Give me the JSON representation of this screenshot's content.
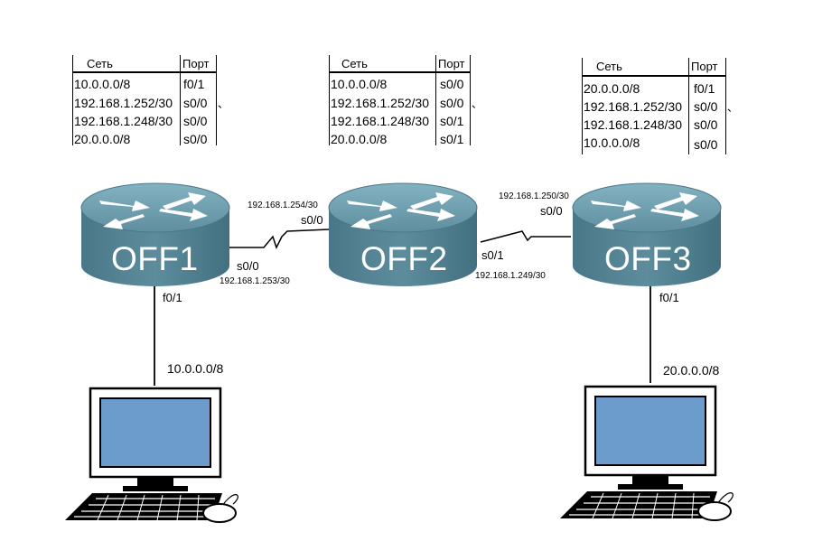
{
  "tables": [
    {
      "id": "off1",
      "header_net": "Сеть",
      "header_port": "Порт",
      "rows": [
        {
          "net": "10.0.0.0/8",
          "port": "f0/1"
        },
        {
          "net": "192.168.1.252/30",
          "port": "s0/0"
        },
        {
          "net": "192.168.1.248/30",
          "port": "s0/0"
        },
        {
          "net": "20.0.0.0/8",
          "port": "s0/0"
        }
      ],
      "tick": "、"
    },
    {
      "id": "off2",
      "header_net": "Сеть",
      "header_port": "Порт",
      "rows": [
        {
          "net": "10.0.0.0/8",
          "port": "s0/0"
        },
        {
          "net": "192.168.1.252/30",
          "port": "s0/0"
        },
        {
          "net": "192.168.1.248/30",
          "port": "s0/1"
        },
        {
          "net": "20.0.0.0/8",
          "port": "s0/1"
        }
      ],
      "tick": "、"
    },
    {
      "id": "off3",
      "header_net": "Сеть",
      "header_port": "Порт",
      "rows": [
        {
          "net": "20.0.0.0/8",
          "port": "f0/1"
        },
        {
          "net": "192.168.1.252/30",
          "port": "s0/0"
        },
        {
          "net": "192.168.1.248/30",
          "port": "s0/0"
        },
        {
          "net": "10.0.0.0/8",
          "port": "s0/0"
        }
      ],
      "tick": "、"
    }
  ],
  "routers": [
    {
      "id": "off1",
      "name": "OFF1"
    },
    {
      "id": "off2",
      "name": "OFF2"
    },
    {
      "id": "off3",
      "name": "OFF3"
    }
  ],
  "links": {
    "off1_off2": {
      "off1_port": "s0/0",
      "off1_ip": "192.168.1.253/30",
      "off2_port": "s0/0",
      "off2_ip": "192.168.1.254/30"
    },
    "off2_off3": {
      "off2_port": "s0/1",
      "off2_ip": "192.168.1.249/30",
      "off3_port": "s0/0",
      "off3_ip": "192.168.1.250/30"
    },
    "off1_pc": {
      "port": "f0/1",
      "network": "10.0.0.0/8"
    },
    "off3_pc": {
      "port": "f0/1",
      "network": "20.0.0.0/8"
    }
  },
  "colors": {
    "router_top": "#6e9fae",
    "router_body": "#4f7d8d",
    "router_text": "#ffffff",
    "monitor_screen": "#6b9ccc",
    "line": "#000000"
  },
  "icons": [
    "router-icon",
    "computer-icon"
  ]
}
